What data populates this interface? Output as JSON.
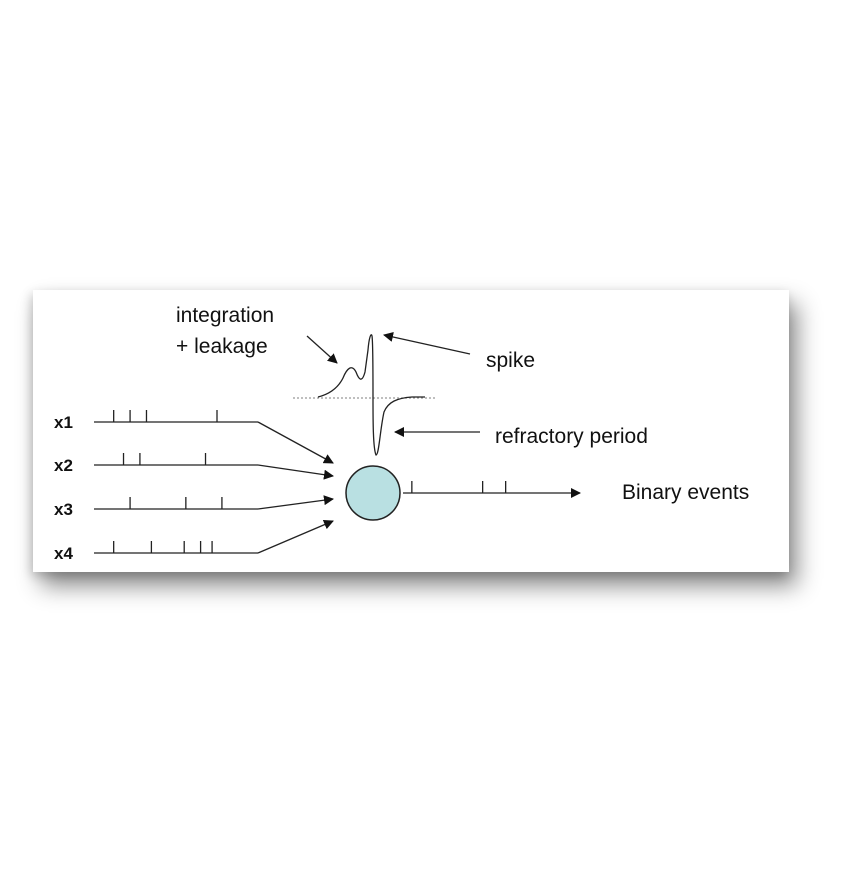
{
  "labels": {
    "integration_line1": "integration",
    "integration_line2": "+ leakage",
    "spike": "spike",
    "refractory": "refractory period",
    "output": "Binary events"
  },
  "inputs": [
    {
      "label": "x1",
      "spikes": [
        0.12,
        0.22,
        0.32,
        0.75
      ]
    },
    {
      "label": "x2",
      "spikes": [
        0.18,
        0.28,
        0.68
      ]
    },
    {
      "label": "x3",
      "spikes": [
        0.22,
        0.56,
        0.78
      ]
    },
    {
      "label": "x4",
      "spikes": [
        0.12,
        0.35,
        0.55,
        0.65,
        0.72
      ]
    }
  ],
  "output_spikes": [
    0.05,
    0.45,
    0.58
  ],
  "colors": {
    "neuron_fill": "#b9e0e2",
    "neuron_stroke": "#222222",
    "line": "#222222",
    "threshold": "#999999"
  }
}
